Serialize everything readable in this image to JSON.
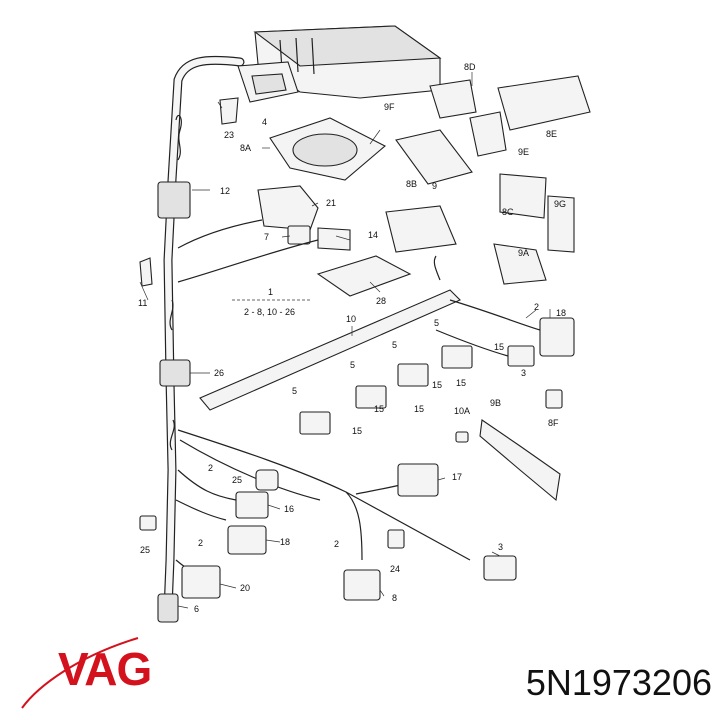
{
  "diagram": {
    "callouts": [
      "1",
      "2 - 8, 10 - 26",
      "2",
      "2",
      "2",
      "2",
      "3",
      "3",
      "4",
      "5",
      "5",
      "5",
      "5",
      "6",
      "7",
      "8",
      "8A",
      "8B",
      "8C",
      "8D",
      "8E",
      "8F",
      "9",
      "9A",
      "9B",
      "9E",
      "9F",
      "9G",
      "10",
      "10A",
      "11",
      "12",
      "14",
      "15",
      "15",
      "15",
      "15",
      "15",
      "15",
      "16",
      "17",
      "18",
      "18",
      "20",
      "21",
      "23",
      "24",
      "25",
      "25",
      "26",
      "28"
    ]
  },
  "brand": {
    "logo_text": "VAG"
  },
  "part_number": "5N1973206",
  "colors": {
    "brand_red": "#d4121e",
    "line": "#222222"
  }
}
